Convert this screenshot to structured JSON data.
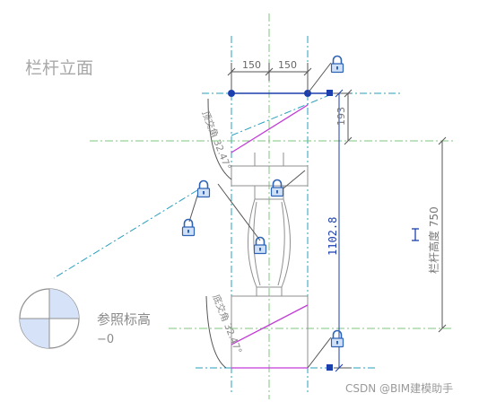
{
  "view_title": "栏杆立面",
  "dimensions": {
    "width_left": "150",
    "width_right": "150",
    "top_offset": "193",
    "total_height": "1102.8",
    "rail_height": "栏杆高度 750"
  },
  "angles": {
    "top": "顶交角 32.47°",
    "bottom": "底交角 32.47°"
  },
  "level": {
    "name": "参照标高",
    "value": "−0"
  },
  "watermark": "CSDN @BIM建模助手",
  "icons": {
    "lock": "lock-icon",
    "level_head": "level-head-icon",
    "text_cursor": "text-cursor-icon"
  },
  "colors": {
    "dim_blue": "#1c3fae",
    "ref_teal": "#2a9fbd",
    "ref_green": "#7fc77f",
    "magenta": "#c23bd6",
    "gray": "#8f8f8f",
    "lock_blue": "#2e63b5"
  }
}
